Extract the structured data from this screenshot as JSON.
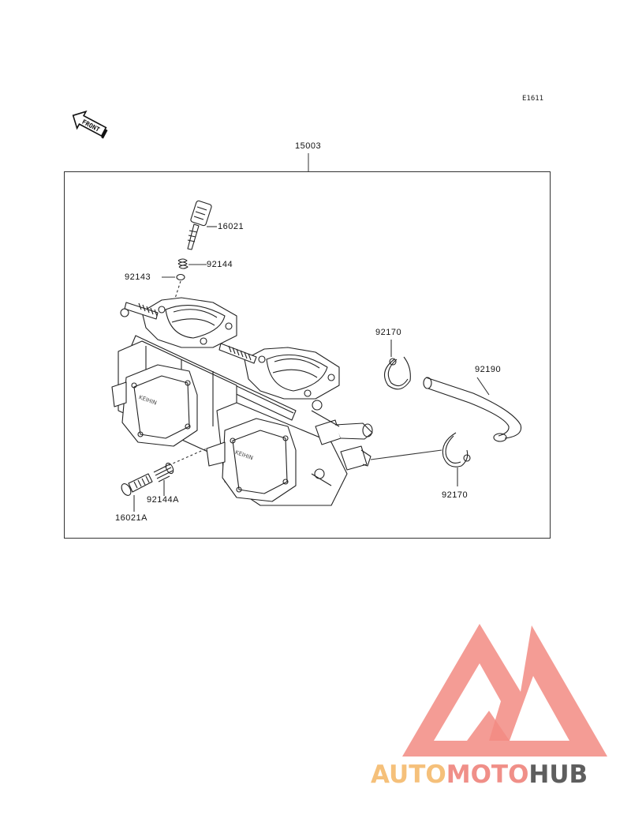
{
  "diagram_code": "E1611",
  "front_badge": "FRONT",
  "assembly_label": "15003",
  "parts": {
    "screw_top": "16021",
    "spring_top": "92144",
    "oring_top": "92143",
    "clip_upper": "92170",
    "hose": "92190",
    "clip_lower": "92170",
    "spring_bottom": "92144A",
    "screw_bottom": "16021A"
  },
  "logo": {
    "part1": "AUTO",
    "part2": "MOTO",
    "part3": "HUB",
    "colors": {
      "auto": "#f5c07a",
      "moto": "#f08f88",
      "hub": "#5e5e5e",
      "mark": "#f28b82"
    }
  }
}
